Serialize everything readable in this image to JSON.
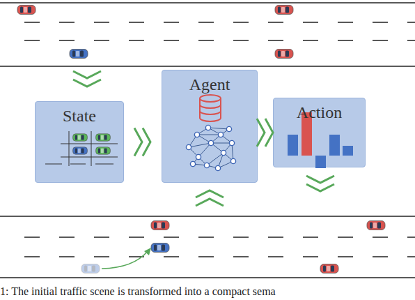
{
  "diagram": {
    "caption": "1: The initial traffic scene is transformed into a compact sema",
    "nodes": [
      {
        "text": [
          "State"
        ]
      },
      {
        "text": [
          "Agent"
        ]
      },
      {
        "text": [
          "Action"
        ]
      }
    ],
    "edges": [
      {
        "from": 0,
        "to": 1,
        "arrow": "to"
      },
      {
        "from": 1,
        "to": 2,
        "arrow": "to"
      }
    ]
  }
}
